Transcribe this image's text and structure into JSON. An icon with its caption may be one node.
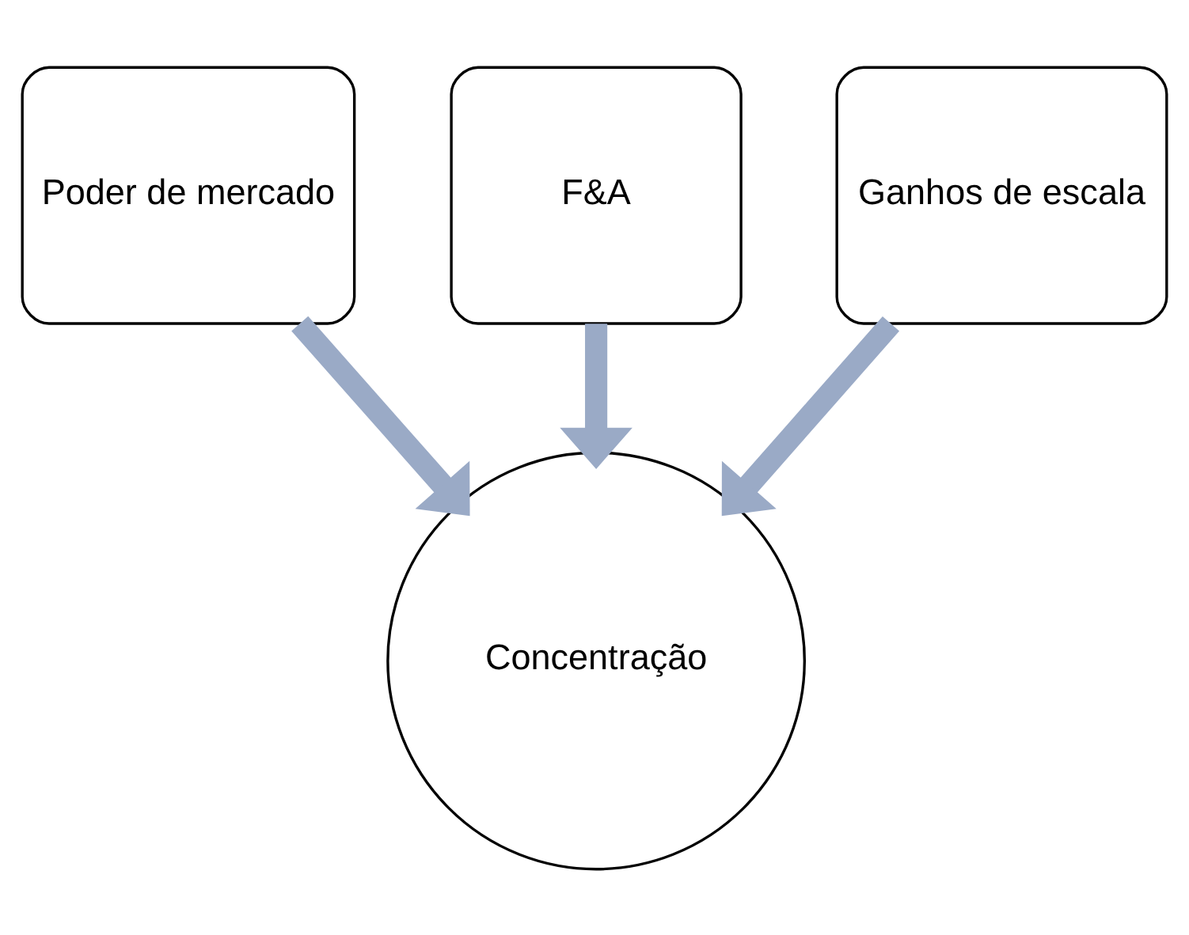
{
  "diagram": {
    "nodes": [
      {
        "text": [
          "F&A"
        ]
      },
      {
        "text": [
          "Poder de mercado"
        ]
      },
      {
        "text": [
          "Ganhos de escala"
        ]
      },
      {
        "text": [
          "Concentração"
        ]
      }
    ],
    "edges": [
      {
        "from": 1,
        "to": 3,
        "arrow": "to"
      },
      {
        "from": 0,
        "to": 3,
        "arrow": "to"
      },
      {
        "from": 2,
        "to": 3,
        "arrow": "to"
      }
    ]
  }
}
